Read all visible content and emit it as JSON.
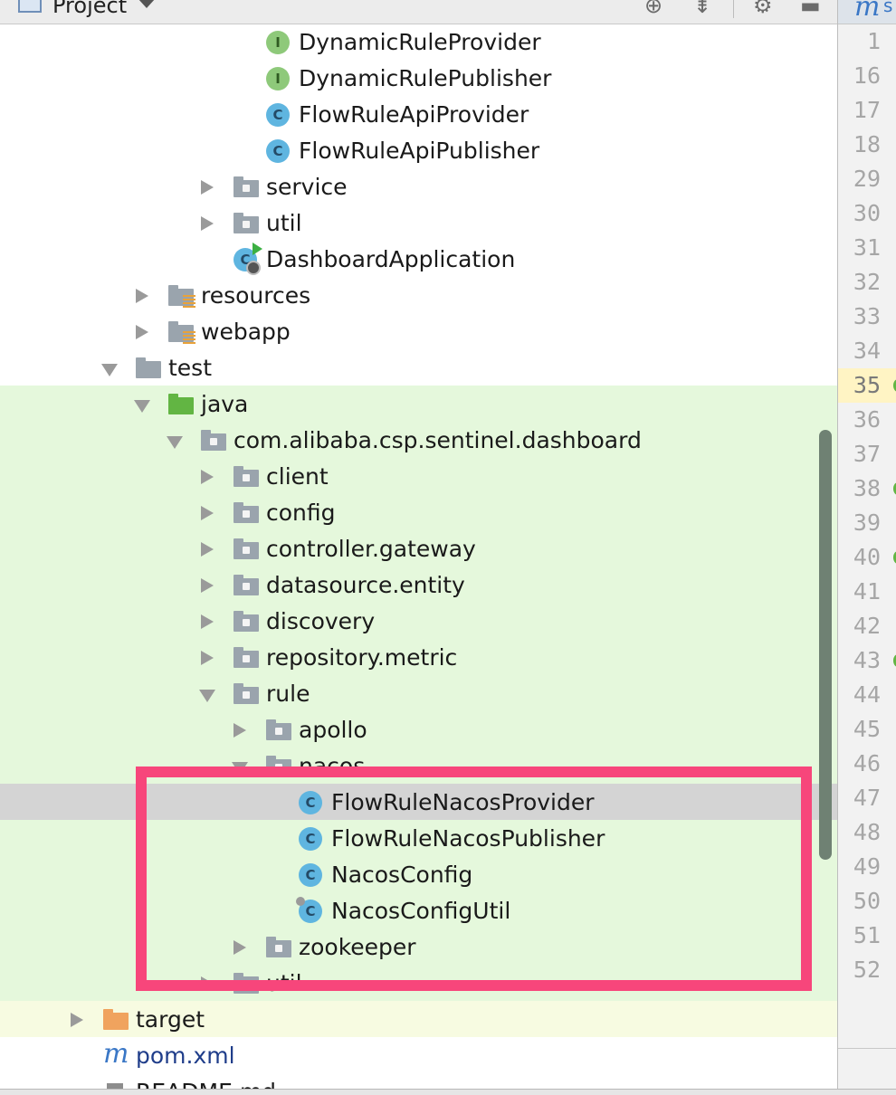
{
  "toolbar": {
    "title": "Project",
    "icons": [
      "project-icon",
      "locate-icon",
      "collapse-all-icon",
      "settings-icon",
      "hide-icon"
    ]
  },
  "tree": {
    "rows": [
      {
        "label": "DynamicRuleProvider",
        "icon": "interface-icon",
        "glyph": "I",
        "arrow": "none"
      },
      {
        "label": "DynamicRulePublisher",
        "icon": "interface-icon",
        "glyph": "I",
        "arrow": "none"
      },
      {
        "label": "FlowRuleApiProvider",
        "icon": "class-icon",
        "glyph": "C",
        "arrow": "none"
      },
      {
        "label": "FlowRuleApiPublisher",
        "icon": "class-icon",
        "glyph": "C",
        "arrow": "none"
      },
      {
        "label": "service",
        "icon": "package-folder-icon",
        "arrow": "collapsed"
      },
      {
        "label": "util",
        "icon": "package-folder-icon",
        "arrow": "collapsed"
      },
      {
        "label": "DashboardApplication",
        "icon": "spring-boot-class-icon",
        "glyph": "C",
        "arrow": "none"
      },
      {
        "label": "resources",
        "icon": "resources-folder-icon",
        "arrow": "collapsed"
      },
      {
        "label": "webapp",
        "icon": "resources-folder-icon",
        "arrow": "collapsed"
      },
      {
        "label": "test",
        "icon": "folder-icon",
        "arrow": "expanded"
      },
      {
        "label": "java",
        "icon": "test-source-folder-icon",
        "arrow": "expanded"
      },
      {
        "label": "com.alibaba.csp.sentinel.dashboard",
        "icon": "package-folder-icon",
        "arrow": "expanded"
      },
      {
        "label": "client",
        "icon": "package-folder-icon",
        "arrow": "collapsed"
      },
      {
        "label": "config",
        "icon": "package-folder-icon",
        "arrow": "collapsed"
      },
      {
        "label": "controller.gateway",
        "icon": "package-folder-icon",
        "arrow": "collapsed"
      },
      {
        "label": "datasource.entity",
        "icon": "package-folder-icon",
        "arrow": "collapsed"
      },
      {
        "label": "discovery",
        "icon": "package-folder-icon",
        "arrow": "collapsed"
      },
      {
        "label": "repository.metric",
        "icon": "package-folder-icon",
        "arrow": "collapsed"
      },
      {
        "label": "rule",
        "icon": "package-folder-icon",
        "arrow": "expanded"
      },
      {
        "label": "apollo",
        "icon": "package-folder-icon",
        "arrow": "collapsed"
      },
      {
        "label": "nacos",
        "icon": "package-folder-icon",
        "arrow": "expanded"
      },
      {
        "label": "FlowRuleNacosProvider",
        "icon": "class-icon",
        "glyph": "C",
        "arrow": "none",
        "selected": true
      },
      {
        "label": "FlowRuleNacosPublisher",
        "icon": "class-icon",
        "glyph": "C",
        "arrow": "none"
      },
      {
        "label": "NacosConfig",
        "icon": "class-icon",
        "glyph": "C",
        "arrow": "none"
      },
      {
        "label": "NacosConfigUtil",
        "icon": "final-class-icon",
        "glyph": "C",
        "arrow": "none"
      },
      {
        "label": "zookeeper",
        "icon": "package-folder-icon",
        "arrow": "collapsed"
      },
      {
        "label": "util",
        "icon": "package-folder-icon",
        "arrow": "collapsed"
      },
      {
        "label": "target",
        "icon": "excluded-folder-icon",
        "arrow": "collapsed"
      },
      {
        "label": "pom.xml",
        "icon": "maven-icon",
        "arrow": "none"
      },
      {
        "label": "README.md",
        "icon": "markdown-icon",
        "arrow": "none"
      }
    ]
  },
  "gutter": {
    "tab_label": "s",
    "line_numbers": [
      "1",
      "16",
      "17",
      "18",
      "29",
      "30",
      "31",
      "32",
      "33",
      "34",
      "35",
      "36",
      "37",
      "38",
      "39",
      "40",
      "41",
      "42",
      "43",
      "44",
      "45",
      "46",
      "47",
      "48",
      "49",
      "50",
      "51",
      "52"
    ],
    "current_line": "35",
    "colors": {
      "current_line_bg": "#fff4c4",
      "mark": "#62b543"
    }
  },
  "colors": {
    "test_band": "#e5f8dc",
    "target_band": "#f7fbe1",
    "selection": "#d4d4d4",
    "highlight_box": "#f7467b",
    "maven_blue": "#3a77c6"
  }
}
